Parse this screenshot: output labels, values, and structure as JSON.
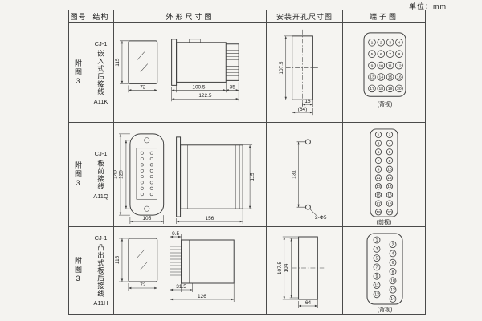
{
  "page": {
    "unit_label": "单位：mm"
  },
  "table": {
    "headers": [
      "图号",
      "结构",
      "外形尺寸图",
      "安装开孔尺寸图",
      "端子图"
    ]
  },
  "rows": [
    {
      "figure_no": "附图3",
      "structure": {
        "model": "CJ-1",
        "desc": "嵌入式后接线",
        "code": "A11K"
      },
      "outline": {
        "front_height": "115",
        "front_width": "72",
        "body_length": "100.5",
        "total_length": "122.5",
        "terminal_depth": "35"
      },
      "mounting": {
        "cutout_height": "107.5",
        "dim_small": "16",
        "dim_overall": "(64)"
      },
      "terminal": {
        "view_label": "(背视)",
        "numbers": [
          1,
          2,
          3,
          4,
          5,
          6,
          7,
          8,
          9,
          10,
          11,
          12,
          13,
          14,
          15,
          16,
          17,
          18,
          19,
          20
        ]
      }
    },
    {
      "figure_no": "附图3",
      "structure": {
        "model": "CJ-1",
        "desc": "板前接线",
        "code": "A11Q"
      },
      "outline": {
        "flange_height": "140",
        "hole_pitch": "125",
        "front_width": "105",
        "body_length": "156",
        "body_height": "115"
      },
      "mounting": {
        "hole_pitch": "131",
        "hole_spec": "2-Φ5"
      },
      "terminal": {
        "view_label": "(前视)",
        "numbers": [
          1,
          2,
          3,
          4,
          5,
          6,
          7,
          8,
          9,
          10,
          11,
          12,
          13,
          14,
          15,
          16,
          17,
          18,
          19,
          20
        ]
      }
    },
    {
      "figure_no": "附图3",
      "structure": {
        "model": "CJ-1",
        "desc": "凸出式板后接线",
        "code": "A11H"
      },
      "outline": {
        "front_height": "115",
        "front_width": "72",
        "terminal_proj": "9.5",
        "mid_length": "31.5",
        "total_length": "126"
      },
      "mounting": {
        "cutout_height": "107.5",
        "inner_height": "104",
        "width": "64"
      },
      "terminal": {
        "view_label": "(背视)",
        "numbers": [
          1,
          2,
          3,
          4,
          5,
          6,
          7,
          8,
          9,
          10,
          11,
          12,
          13,
          14
        ]
      }
    }
  ]
}
